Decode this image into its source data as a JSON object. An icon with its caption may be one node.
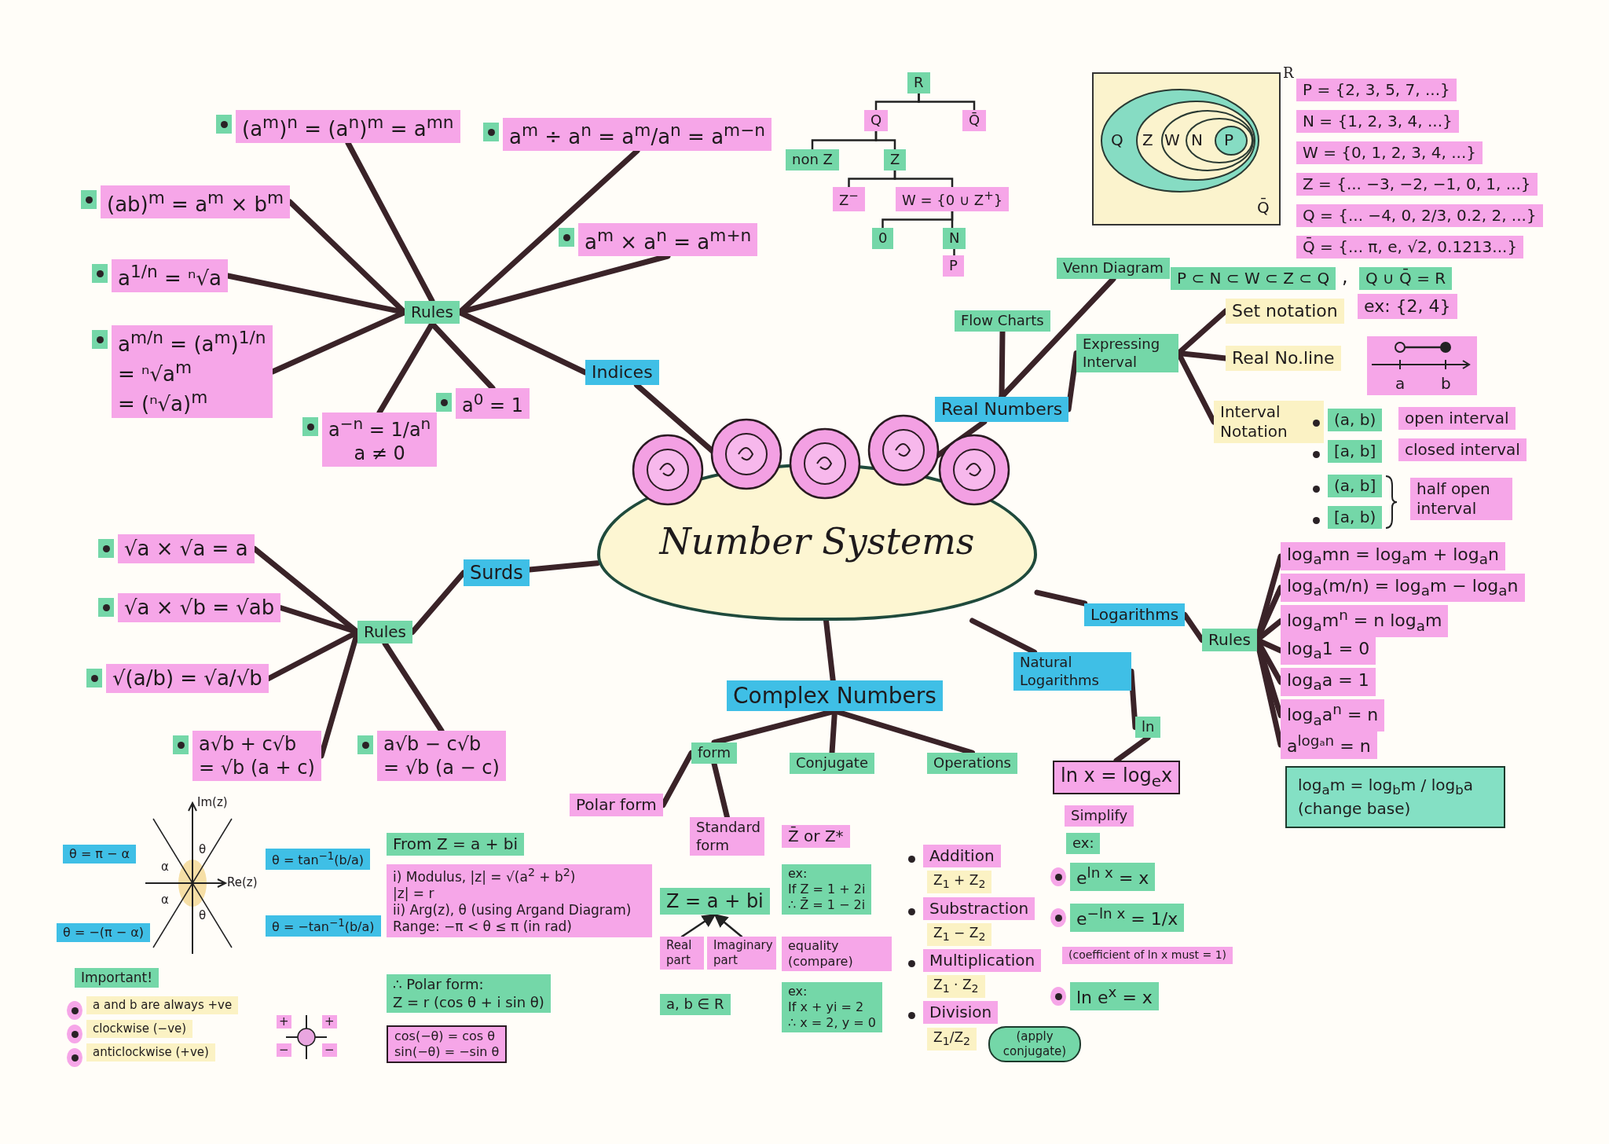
{
  "diagram": {
    "nodes": [
      {
        "text": [
          "Number Systems"
        ]
      },
      {
        "text": [
          "Indices"
        ]
      },
      {
        "text": [
          "Rules"
        ]
      },
      {
        "text": [
          "(a$^{m}$)$^{n}$ = (a$^{n}$)$^{m}$ = a$^{mn}$"
        ]
      },
      {
        "text": [
          "a$^{m}$ ÷ a$^{n}$ = a$^{m}$/a$^{n}$ = a$^{m−n}$"
        ]
      },
      {
        "text": [
          "(ab)$^{m}$ = a$^{m}$ × b$^{m}$"
        ]
      },
      {
        "text": [
          "a$^{m}$ × a$^{n}$ = a$^{m+n}$"
        ]
      },
      {
        "text": [
          "a$^{1/n}$ = ⁿ√a"
        ]
      },
      {
        "text": [
          "a$^{m/n}$ = (a$^{m}$)$^{1/n}$",
          "= ⁿ√a$^{m}$",
          "= (ⁿ√a)$^{m}$"
        ]
      },
      {
        "text": [
          "a$^{0}$ = 1"
        ]
      },
      {
        "text": [
          "a$^{−n}$ = 1/a$^{n}$",
          "a ≠ 0"
        ]
      },
      {
        "text": [
          "Surds"
        ]
      },
      {
        "text": [
          "Rules"
        ]
      },
      {
        "text": [
          "√a × √a = a"
        ]
      },
      {
        "text": [
          "√a × √b = √ab"
        ]
      },
      {
        "text": [
          "√(a/b) = √a/√b"
        ]
      },
      {
        "text": [
          "a√b + c√b",
          "= √b (a + c)"
        ]
      },
      {
        "text": [
          "a√b − c√b",
          "= √b (a − c)"
        ]
      },
      {
        "text": [
          "Real Numbers"
        ]
      },
      {
        "text": [
          "Flow Charts"
        ]
      },
      {
        "text": [
          "Venn Diagram"
        ]
      },
      {
        "text": [
          "R"
        ]
      },
      {
        "text": [
          "Q"
        ]
      },
      {
        "text": [
          "Q̄"
        ]
      },
      {
        "text": [
          "non Z"
        ]
      },
      {
        "text": [
          "Z"
        ]
      },
      {
        "text": [
          "Z$^{−}$"
        ]
      },
      {
        "text": [
          "W = {0 ∪ Z$^{+}$}"
        ]
      },
      {
        "text": [
          "0"
        ]
      },
      {
        "text": [
          "N"
        ]
      },
      {
        "text": [
          "P"
        ]
      },
      {
        "text": [
          "Q",
          "Z",
          "W",
          "N",
          "P",
          "Q̄"
        ],
        "beside": [
          "R"
        ]
      },
      {
        "text": [
          "P = {2, 3, 5, 7, ...}"
        ]
      },
      {
        "text": [
          "N = {1, 2, 3, 4, ...}"
        ]
      },
      {
        "text": [
          "W = {0, 1, 2, 3, 4, ...}"
        ]
      },
      {
        "text": [
          "Z = {... −3, −2, −1, 0, 1, ...}"
        ]
      },
      {
        "text": [
          "Q = {... −4, 0, 2/3, 0.2, 2, ...}"
        ]
      },
      {
        "text": [
          "Q̄ = {... π, e, √2, 0.1213...}"
        ]
      },
      {
        "text": [
          "P ⊂ N ⊂ W ⊂ Z ⊂ Q"
        ]
      },
      {
        "text": [
          "Q ∪ Q̄ = R"
        ]
      },
      {
        "text": [
          "Expressing Interval"
        ]
      },
      {
        "text": [
          "Set notation"
        ]
      },
      {
        "text": [
          "ex: {2, 4}"
        ]
      },
      {
        "text": [
          "Real No.line"
        ]
      },
      {
        "text": [
          "a",
          "b"
        ]
      },
      {
        "text": [
          "Interval Notation"
        ]
      },
      {
        "text": [
          "(a, b)"
        ]
      },
      {
        "text": [
          "open interval"
        ]
      },
      {
        "text": [
          "[a, b]"
        ]
      },
      {
        "text": [
          "closed interval"
        ]
      },
      {
        "text": [
          "(a, b]"
        ]
      },
      {
        "text": [
          "[a, b)"
        ]
      },
      {
        "text": [
          "half open interval"
        ]
      },
      {
        "text": [
          "Complex Numbers"
        ]
      },
      {
        "text": [
          "form"
        ]
      },
      {
        "text": [
          "Polar form"
        ]
      },
      {
        "text": [
          "Standard form"
        ]
      },
      {
        "text": [
          "Conjugate"
        ]
      },
      {
        "text": [
          "Operations"
        ]
      },
      {
        "text": [
          "From Z = a + bi"
        ]
      },
      {
        "text": [
          "i) Modulus, |z| = √(a$^{2}$ + b$^{2}$)",
          "|z| = r",
          "ii) Arg(z), θ (using Argand Diagram)",
          "Range: −π < θ ≤ π (in rad)"
        ]
      },
      {
        "text": [
          "∴ Polar form:",
          "Z = r (cos θ + i sin θ)"
        ]
      },
      {
        "text": [
          "cos(−θ) = cos θ",
          "sin(−θ) = −sin θ"
        ]
      },
      {
        "text": [
          "Im(z)",
          "θ",
          "α",
          "Re(z)",
          "α",
          "θ"
        ]
      },
      {
        "text": [
          "θ = π − α"
        ]
      },
      {
        "text": [
          "θ = tan$^{−1}$(b/a)"
        ]
      },
      {
        "text": [
          "θ = −(π − α)"
        ]
      },
      {
        "text": [
          "θ = −tan$^{−1}$(b/a)"
        ]
      },
      {
        "text": [
          "Important!"
        ]
      },
      {
        "text": [
          "a and b are always +ve"
        ]
      },
      {
        "text": [
          "clockwise (−ve)"
        ]
      },
      {
        "text": [
          "anticlockwise (+ve)"
        ]
      },
      {
        "text": [
          "+",
          "+",
          "−",
          "−"
        ]
      },
      {
        "text": [
          "Z = a + bi"
        ]
      },
      {
        "text": [
          "Real part"
        ]
      },
      {
        "text": [
          "Imaginary part"
        ]
      },
      {
        "text": [
          "a, b ∈ R"
        ]
      },
      {
        "text": [
          "Z̄ or Z*"
        ]
      },
      {
        "text": [
          "ex:",
          "If Z = 1 + 2i",
          "∴ Z̄ = 1 − 2i"
        ]
      },
      {
        "text": [
          "equality (compare)"
        ]
      },
      {
        "text": [
          "ex:",
          "If x + yi = 2",
          "∴ x = 2, y = 0"
        ]
      },
      {
        "text": [
          "Addition"
        ]
      },
      {
        "text": [
          "Z$_{1}$ + Z$_{2}$"
        ]
      },
      {
        "text": [
          "Substraction"
        ]
      },
      {
        "text": [
          "Z$_{1}$ − Z$_{2}$"
        ]
      },
      {
        "text": [
          "Multiplication"
        ]
      },
      {
        "text": [
          "Z$_{1}$ · Z$_{2}$"
        ]
      },
      {
        "text": [
          "Division"
        ]
      },
      {
        "text": [
          "Z$_{1}$/Z$_{2}$"
        ]
      },
      {
        "text": [
          "(apply conjugate)"
        ]
      },
      {
        "text": [
          "Logarithms"
        ]
      },
      {
        "text": [
          "Natural Logarithms"
        ]
      },
      {
        "text": [
          "Rules"
        ]
      },
      {
        "text": [
          "ln"
        ]
      },
      {
        "text": [
          "log$_{a}$mn = log$_{a}$m + log$_{a}$n"
        ]
      },
      {
        "text": [
          "log$_{a}$(m/n) = log$_{a}$m − log$_{a}$n"
        ]
      },
      {
        "text": [
          "log$_{a}$m$^{n}$ = n log$_{a}$m"
        ]
      },
      {
        "text": [
          "log$_{a}$1 = 0"
        ]
      },
      {
        "text": [
          "log$_{a}$a = 1"
        ]
      },
      {
        "text": [
          "log$_{a}$a$^{n}$ = n"
        ]
      },
      {
        "text": [
          "a$^{logₐn}$ = n"
        ]
      },
      {
        "text": [
          "log$_{a}$m = log$_{b}$m / log$_{b}$a",
          "(change base)"
        ]
      },
      {
        "text": [
          "ln x = log$_{e}$x"
        ]
      },
      {
        "text": [
          "Simplify"
        ]
      },
      {
        "text": [
          "ex:"
        ]
      },
      {
        "text": [
          "e$^{ln x}$ = x"
        ]
      },
      {
        "text": [
          "e$^{−ln x}$ = 1/x"
        ]
      },
      {
        "text": [
          "(coefficient of ln x must = 1)"
        ]
      },
      {
        "text": [
          "ln e$^{x}$ = x"
        ]
      }
    ],
    "edges": [
      {
        "from": 0,
        "to": 1,
        "arrow": "none"
      },
      {
        "from": 1,
        "to": 2,
        "arrow": "none"
      },
      {
        "from": 2,
        "to": 3,
        "arrow": "none"
      },
      {
        "from": 2,
        "to": 4,
        "arrow": "none"
      },
      {
        "from": 2,
        "to": 5,
        "arrow": "none"
      },
      {
        "from": 2,
        "to": 6,
        "arrow": "none"
      },
      {
        "from": 2,
        "to": 7,
        "arrow": "none"
      },
      {
        "from": 2,
        "to": 8,
        "arrow": "none"
      },
      {
        "from": 2,
        "to": 9,
        "arrow": "none"
      },
      {
        "from": 2,
        "to": 10,
        "arrow": "none"
      },
      {
        "from": 0,
        "to": 11,
        "arrow": "none"
      },
      {
        "from": 11,
        "to": 12,
        "arrow": "none"
      },
      {
        "from": 12,
        "to": 13,
        "arrow": "none"
      },
      {
        "from": 12,
        "to": 14,
        "arrow": "none"
      },
      {
        "from": 12,
        "to": 15,
        "arrow": "none"
      },
      {
        "from": 12,
        "to": 16,
        "arrow": "none"
      },
      {
        "from": 12,
        "to": 17,
        "arrow": "none"
      },
      {
        "from": 0,
        "to": 18,
        "arrow": "none"
      },
      {
        "from": 18,
        "to": 19,
        "arrow": "none"
      },
      {
        "from": 18,
        "to": 20,
        "arrow": "none"
      },
      {
        "from": 18,
        "to": 40,
        "arrow": "none"
      },
      {
        "from": 40,
        "to": 41,
        "arrow": "none"
      },
      {
        "from": 40,
        "to": 43,
        "arrow": "none"
      },
      {
        "from": 40,
        "to": 45,
        "arrow": "none"
      },
      {
        "from": 21,
        "to": 22,
        "arrow": "none",
        "color": "#222222"
      },
      {
        "from": 21,
        "to": 23,
        "arrow": "none",
        "color": "#222222"
      },
      {
        "from": 22,
        "to": 24,
        "arrow": "none",
        "color": "#222222"
      },
      {
        "from": 22,
        "to": 25,
        "arrow": "none",
        "color": "#222222"
      },
      {
        "from": 25,
        "to": 26,
        "arrow": "none",
        "color": "#222222"
      },
      {
        "from": 25,
        "to": 27,
        "arrow": "none",
        "color": "#222222"
      },
      {
        "from": 27,
        "to": 28,
        "arrow": "none",
        "color": "#222222"
      },
      {
        "from": 27,
        "to": 29,
        "arrow": "none",
        "color": "#222222"
      },
      {
        "from": 29,
        "to": 30,
        "arrow": "none",
        "color": "#222222"
      },
      {
        "from": 0,
        "to": 53,
        "arrow": "none"
      },
      {
        "from": 53,
        "to": 54,
        "arrow": "none"
      },
      {
        "from": 54,
        "to": 55,
        "arrow": "none"
      },
      {
        "from": 54,
        "to": 56,
        "arrow": "none"
      },
      {
        "from": 53,
        "to": 57,
        "arrow": "none"
      },
      {
        "from": 53,
        "to": 58,
        "arrow": "none"
      },
      {
        "from": 74,
        "to": 73,
        "arrow": "to",
        "color": "#222222"
      },
      {
        "from": 75,
        "to": 73,
        "arrow": "to",
        "color": "#222222"
      },
      {
        "from": 0,
        "to": 90,
        "arrow": "none"
      },
      {
        "from": 0,
        "to": 91,
        "arrow": "none"
      },
      {
        "from": 90,
        "to": 92,
        "arrow": "none"
      },
      {
        "from": 92,
        "to": 94,
        "arrow": "none"
      },
      {
        "from": 92,
        "to": 95,
        "arrow": "none"
      },
      {
        "from": 92,
        "to": 96,
        "arrow": "none"
      },
      {
        "from": 92,
        "to": 97,
        "arrow": "none"
      },
      {
        "from": 92,
        "to": 98,
        "arrow": "none"
      },
      {
        "from": 92,
        "to": 99,
        "arrow": "none"
      },
      {
        "from": 92,
        "to": 100,
        "arrow": "none"
      },
      {
        "from": 91,
        "to": 93,
        "arrow": "none"
      },
      {
        "from": 93,
        "to": 102,
        "arrow": "none"
      }
    ],
    "labels": [
      ","
    ]
  }
}
